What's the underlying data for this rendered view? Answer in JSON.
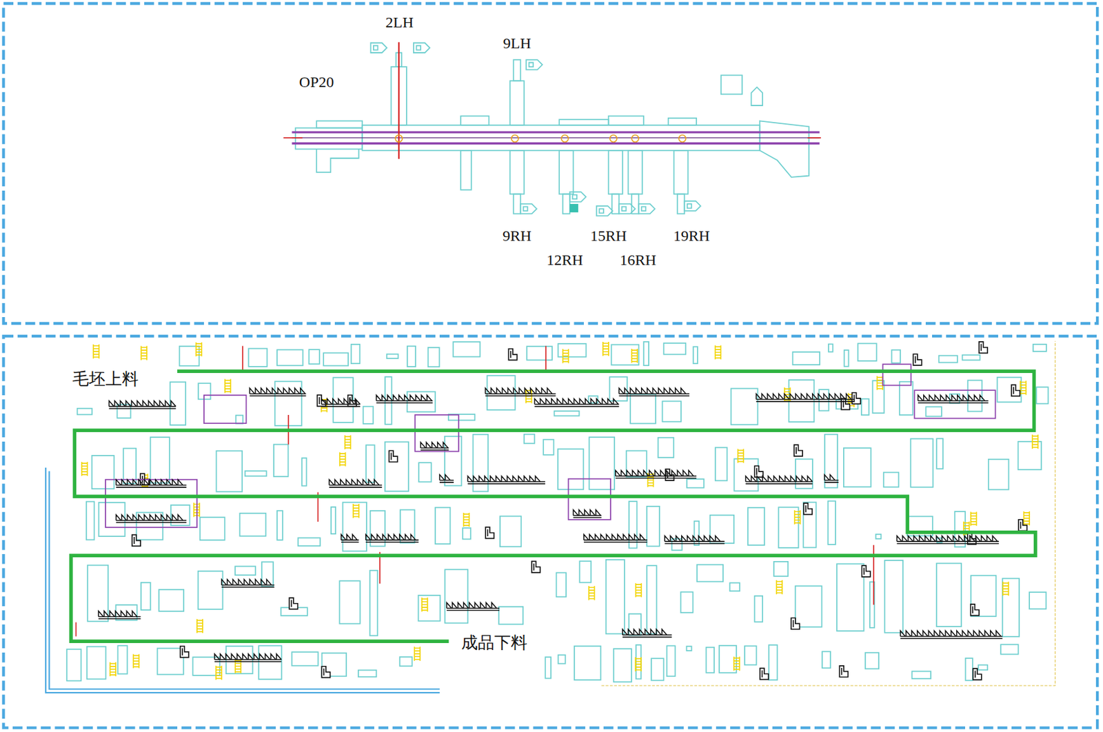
{
  "diagram": {
    "labels": [
      "2LH",
      "9LH",
      "OP20",
      "9RH",
      "15RH",
      "19RH",
      "12RH",
      "16RH",
      "毛坯上料",
      "成品下料"
    ]
  }
}
